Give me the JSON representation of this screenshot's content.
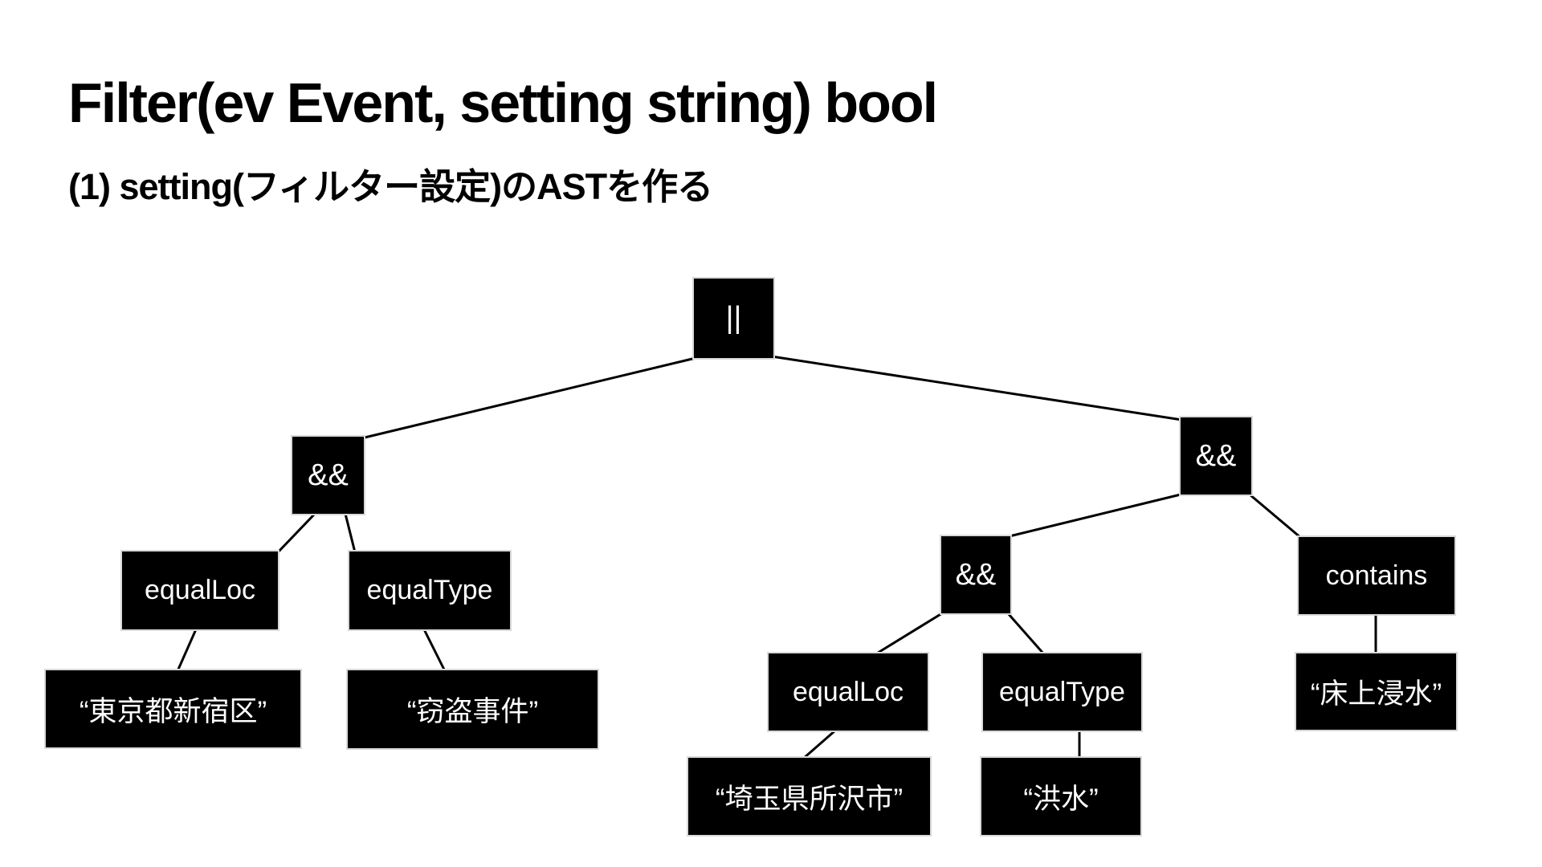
{
  "slide": {
    "title": "Filter(ev Event, setting string) bool",
    "subtitle": "(1) setting(フィルター設定)のASTを作る"
  },
  "tree": {
    "type": "ast-tree-diagram",
    "nodes": {
      "root": {
        "label": "||",
        "kind": "operator"
      },
      "and_left": {
        "label": "&&",
        "kind": "operator"
      },
      "and_right": {
        "label": "&&",
        "kind": "operator"
      },
      "and_mid": {
        "label": "&&",
        "kind": "operator"
      },
      "equal_loc_left": {
        "label": "equalLoc",
        "kind": "function"
      },
      "equal_type_left": {
        "label": "equalType",
        "kind": "function"
      },
      "equal_loc_right": {
        "label": "equalLoc",
        "kind": "function"
      },
      "equal_type_right": {
        "label": "equalType",
        "kind": "function"
      },
      "contains": {
        "label": "contains",
        "kind": "function"
      },
      "leaf_tokyo": {
        "label": "“東京都新宿区”",
        "kind": "string-literal"
      },
      "leaf_theft": {
        "label": "“窃盗事件”",
        "kind": "string-literal"
      },
      "leaf_saitama": {
        "label": "“埼玉県所沢市”",
        "kind": "string-literal"
      },
      "leaf_flood": {
        "label": "“洪水”",
        "kind": "string-literal"
      },
      "leaf_inundation": {
        "label": "“床上浸水”",
        "kind": "string-literal"
      }
    },
    "edges": [
      [
        "root",
        "and_left"
      ],
      [
        "root",
        "and_right"
      ],
      [
        "and_left",
        "equal_loc_left"
      ],
      [
        "and_left",
        "equal_type_left"
      ],
      [
        "equal_loc_left",
        "leaf_tokyo"
      ],
      [
        "equal_type_left",
        "leaf_theft"
      ],
      [
        "and_right",
        "and_mid"
      ],
      [
        "and_right",
        "contains"
      ],
      [
        "and_mid",
        "equal_loc_right"
      ],
      [
        "and_mid",
        "equal_type_right"
      ],
      [
        "equal_loc_right",
        "leaf_saitama"
      ],
      [
        "equal_type_right",
        "leaf_flood"
      ],
      [
        "contains",
        "leaf_inundation"
      ]
    ],
    "colors": {
      "background": "#ffffff",
      "node_fill": "#000000",
      "node_text": "#ffffff",
      "edge": "#000000",
      "title_text": "#000000"
    }
  }
}
